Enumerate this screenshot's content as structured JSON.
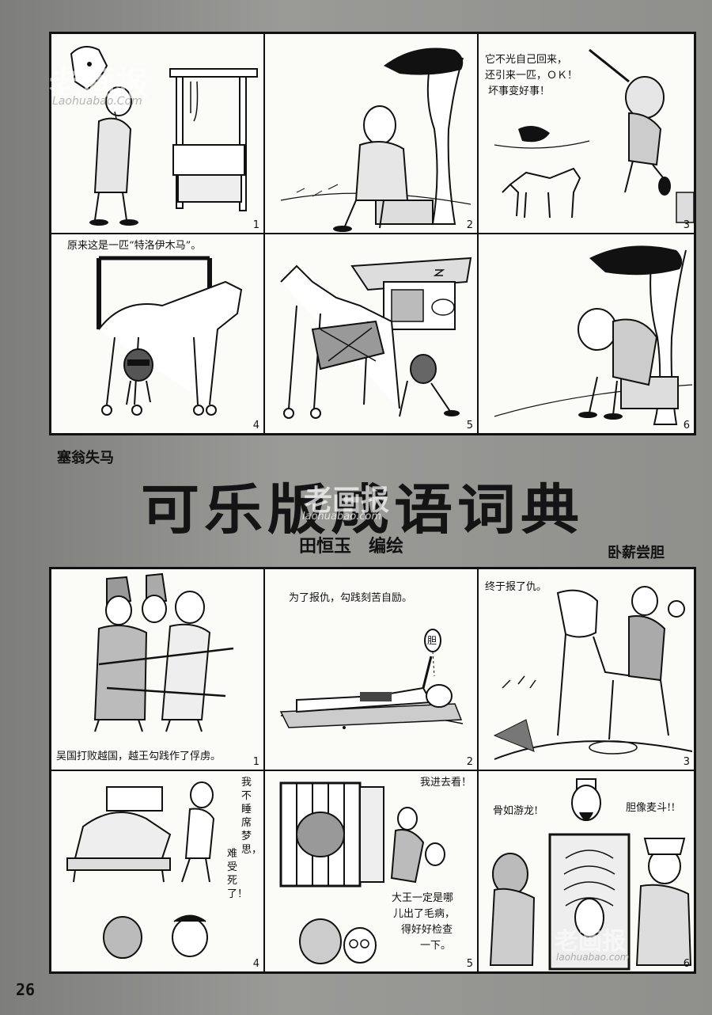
{
  "magazine_title": "可乐版成语词典",
  "author": "田恒玉　编绘",
  "page_number": "26",
  "watermark": {
    "text": "老画报",
    "url": "Laohuabao.Com",
    "url_lower": "laohuabao.com"
  },
  "strip1": {
    "idiom": "塞翁失马",
    "panels": [
      {
        "num": "1",
        "caption": ""
      },
      {
        "num": "2",
        "caption": ""
      },
      {
        "num": "3",
        "caption_lines": [
          "它不光自己回来，",
          "还引来一匹，ＯＫ！",
          "坏事变好事！"
        ]
      },
      {
        "num": "4",
        "caption": "原来这是一匹“特洛伊木马”。"
      },
      {
        "num": "5",
        "caption": ""
      },
      {
        "num": "6",
        "caption": ""
      }
    ]
  },
  "strip2": {
    "idiom": "卧薪尝胆",
    "panels": [
      {
        "num": "1",
        "caption": "吴国打败越国，越王勾践作了俘虏。"
      },
      {
        "num": "2",
        "caption": "为了报仇，勾践刻苦自励。",
        "label": "胆"
      },
      {
        "num": "3",
        "caption": "终于报了仇。"
      },
      {
        "num": "4",
        "speech_col1": "我不睡席梦思，",
        "speech_col2": "难受死了！"
      },
      {
        "num": "5",
        "speech_top": "我进去看！",
        "speech_lines": [
          "大王一定是哪",
          "儿出了毛病，",
          "得好好检查",
          "一下。"
        ]
      },
      {
        "num": "6",
        "speech_left": "骨如游龙!",
        "speech_right": "胆像麦斗!!"
      }
    ]
  }
}
